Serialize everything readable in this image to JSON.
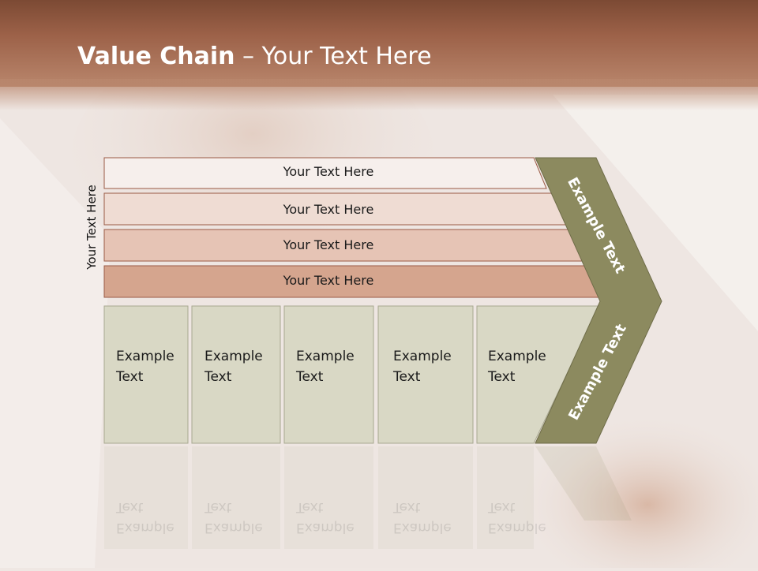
{
  "slide": {
    "title_bold": "Value Chain",
    "title_rest": " – Your Text Here",
    "y_label": "Your Text Here"
  },
  "bars": [
    {
      "label": "Your Text Here",
      "color": "#f6efec"
    },
    {
      "label": "Your Text Here",
      "color": "#efdcd3"
    },
    {
      "label": "Your Text Here",
      "color": "#e6c4b5"
    },
    {
      "label": "Your Text Here",
      "color": "#d5a58e"
    }
  ],
  "columns": [
    {
      "line1": "Example",
      "line2": "Text"
    },
    {
      "line1": "Example",
      "line2": "Text"
    },
    {
      "line1": "Example",
      "line2": "Text"
    },
    {
      "line1": "Example",
      "line2": "Text"
    },
    {
      "line1": "Example",
      "line2": "Text"
    }
  ],
  "chevron": {
    "upper_text": "Example Text",
    "lower_text": "Example Text",
    "color": "#8c8a5f"
  },
  "colors": {
    "header": "#9c6148",
    "column_fill": "#d6d6c2",
    "bar_stroke": "#9a5a45"
  }
}
